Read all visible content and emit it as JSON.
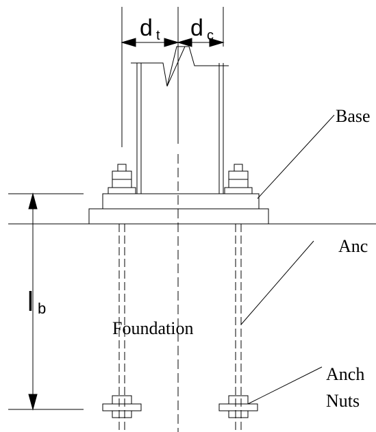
{
  "diagram": {
    "dimension_dt": {
      "symbol": "d",
      "subscript": "t"
    },
    "dimension_dc": {
      "symbol": "d",
      "subscript": "c"
    },
    "dimension_lb": {
      "symbol": "l",
      "subscript": "b"
    },
    "label_base": "Base",
    "label_anchor_rods": "Anc",
    "label_anchor_nuts_line1": "Anch",
    "label_anchor_nuts_line2": "Nuts",
    "label_foundation": "Foundation",
    "line_color": "#000000",
    "background_color": "#ffffff"
  }
}
